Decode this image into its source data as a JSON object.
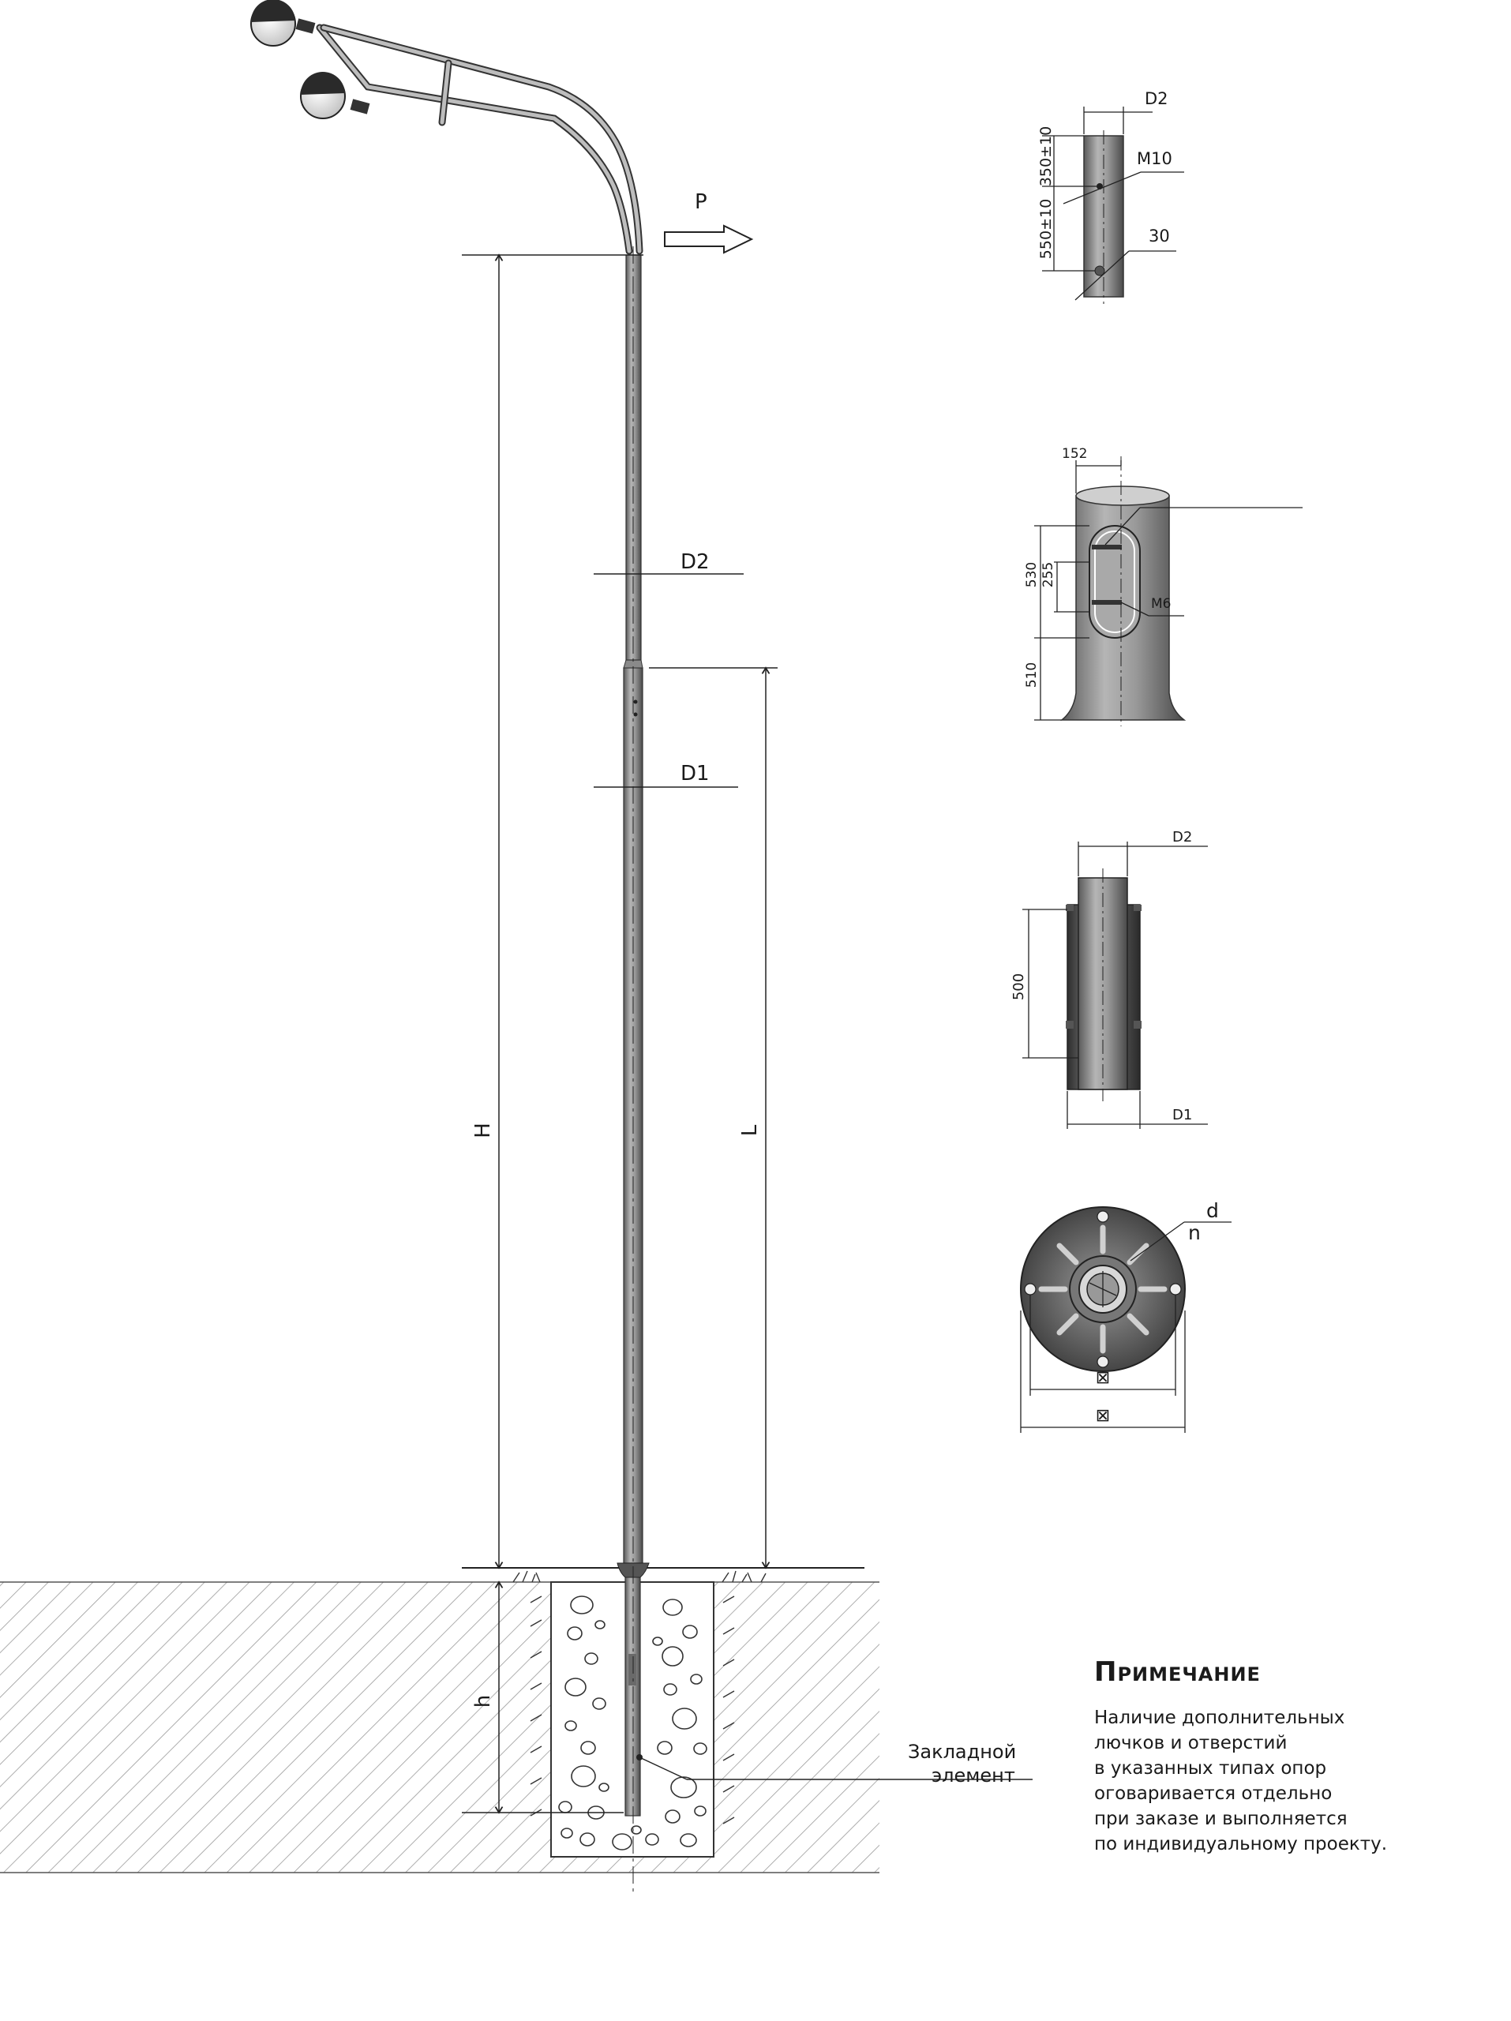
{
  "labels": {
    "load": "P",
    "height_total": "H",
    "length_upper": "L",
    "depth": "h",
    "diam_top": "D2",
    "diam_bottom": "D1",
    "embedded_1": "Закладной",
    "embedded_2": "элемент"
  },
  "details": {
    "top": {
      "diam": "D2",
      "dim1": "350±10",
      "dim2": "550±10",
      "bolt": "M10",
      "hole": "30"
    },
    "hatch": {
      "width": "152",
      "dim_total": "530",
      "dim_mid": "255",
      "dim_low": "510",
      "screw": "M6"
    },
    "joint": {
      "top_diam": "D2",
      "len": "500",
      "bottom_diam": "D1"
    },
    "flange": {
      "hole_d": "d",
      "hole_n": "n",
      "inner": "⊠",
      "outer": "⊠"
    }
  },
  "note": {
    "title": "Примечание",
    "lines": [
      "Наличие дополнительных",
      "лючков и отверстий",
      "в указанных типах опор",
      "оговаривается отдельно",
      "при заказе и выполняется",
      "по индивидуальному проекту."
    ]
  }
}
